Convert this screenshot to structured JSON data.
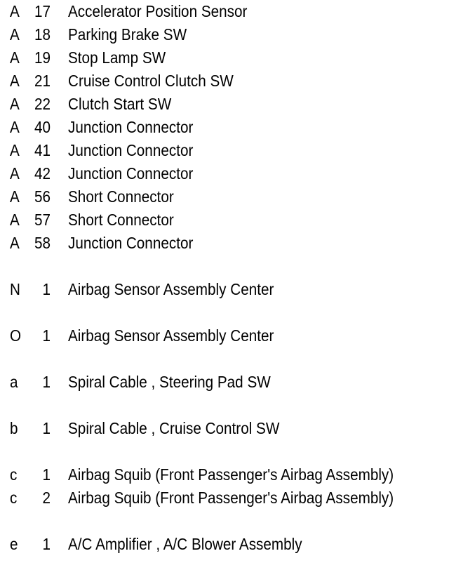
{
  "document": {
    "kind": "wiring-connector-legend",
    "background_color": "#ffffff",
    "text_color": "#000000",
    "columns": [
      "letter",
      "number",
      "description"
    ]
  },
  "groups": [
    {
      "group_letter": "A",
      "rows": [
        {
          "letter": "A",
          "number": "17",
          "description": "Accelerator Position Sensor"
        },
        {
          "letter": "A",
          "number": "18",
          "description": "Parking Brake SW"
        },
        {
          "letter": "A",
          "number": "19",
          "description": "Stop Lamp SW"
        },
        {
          "letter": "A",
          "number": "21",
          "description": "Cruise Control Clutch SW"
        },
        {
          "letter": "A",
          "number": "22",
          "description": "Clutch Start SW"
        },
        {
          "letter": "A",
          "number": "40",
          "description": "Junction Connector"
        },
        {
          "letter": "A",
          "number": "41",
          "description": "Junction Connector"
        },
        {
          "letter": "A",
          "number": "42",
          "description": "Junction Connector"
        },
        {
          "letter": "A",
          "number": "56",
          "description": "Short Connector"
        },
        {
          "letter": "A",
          "number": "57",
          "description": "Short Connector"
        },
        {
          "letter": "A",
          "number": "58",
          "description": "Junction Connector"
        }
      ]
    },
    {
      "group_letter": "N",
      "rows": [
        {
          "letter": "N",
          "number": "1",
          "description": "Airbag Sensor Assembly Center"
        }
      ]
    },
    {
      "group_letter": "O",
      "rows": [
        {
          "letter": "O",
          "number": "1",
          "description": "Airbag Sensor Assembly Center"
        }
      ]
    },
    {
      "group_letter": "a",
      "rows": [
        {
          "letter": "a",
          "number": "1",
          "description": "Spiral Cable , Steering Pad SW"
        }
      ]
    },
    {
      "group_letter": "b",
      "rows": [
        {
          "letter": "b",
          "number": "1",
          "description": "Spiral Cable , Cruise Control SW"
        }
      ]
    },
    {
      "group_letter": "c",
      "rows": [
        {
          "letter": "c",
          "number": "1",
          "description": "Airbag Squib (Front Passenger's Airbag Assembly)"
        },
        {
          "letter": "c",
          "number": "2",
          "description": "Airbag Squib (Front Passenger's Airbag Assembly)"
        }
      ]
    },
    {
      "group_letter": "e",
      "rows": [
        {
          "letter": "e",
          "number": "1",
          "description": "A/C Amplifier , A/C Blower Assembly"
        }
      ]
    }
  ]
}
